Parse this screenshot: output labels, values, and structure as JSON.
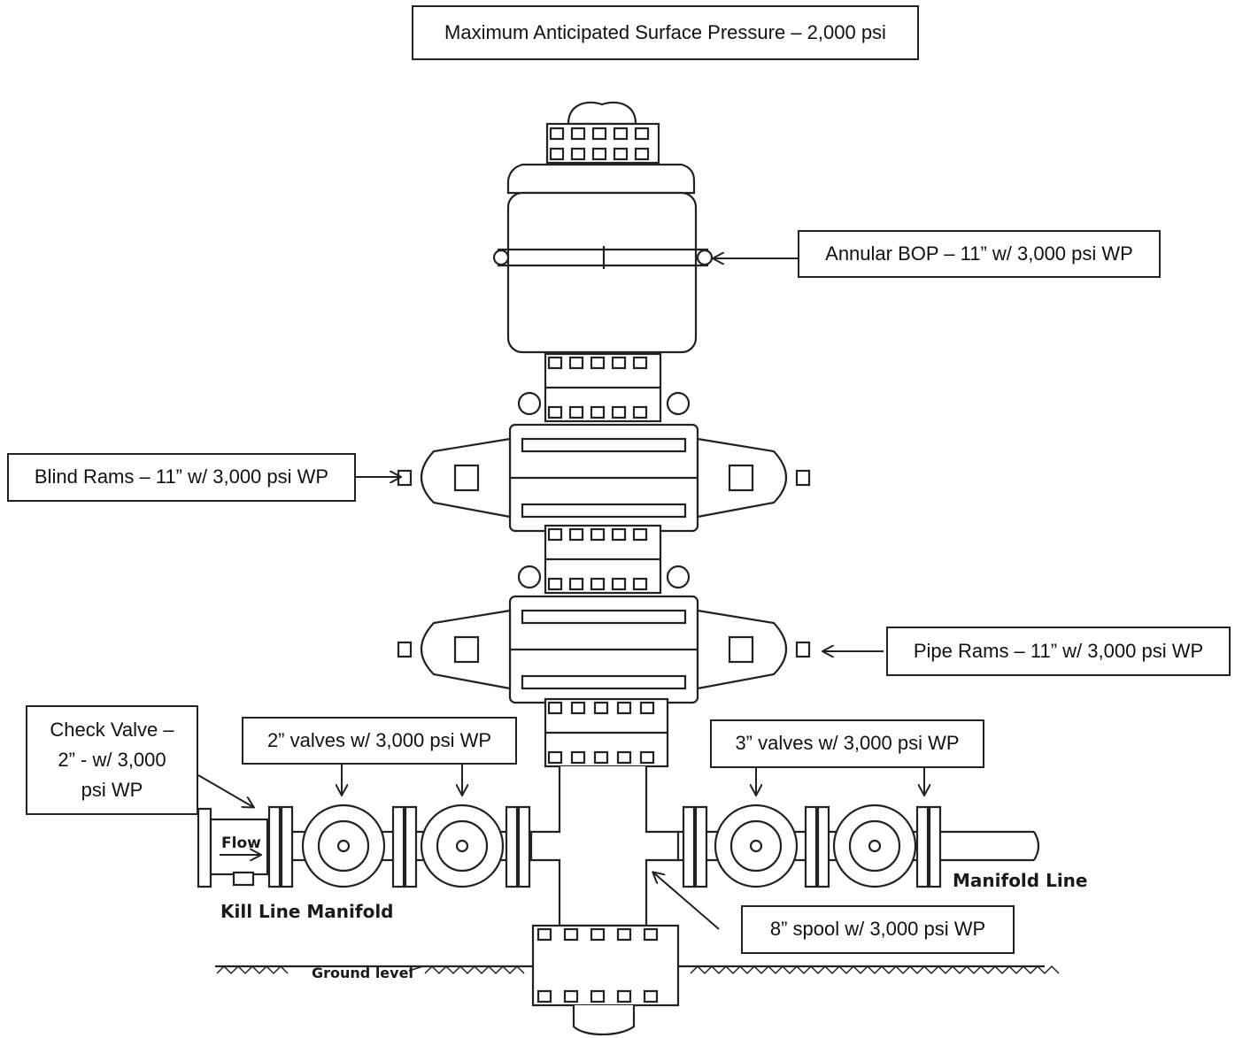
{
  "title": "Maximum Anticipated Surface Pressure – 2,000 psi",
  "labels": {
    "annular_bop": "Annular BOP – 11” w/ 3,000 psi WP",
    "blind_rams": "Blind Rams – 11” w/ 3,000 psi WP",
    "pipe_rams": "Pipe Rams – 11” w/ 3,000 psi WP",
    "check_valve": "Check Valve – 2” - w/ 3,000 psi WP",
    "check_valve_lines": [
      "Check Valve –",
      "2” - w/ 3,000",
      "psi WP"
    ],
    "valves_2in": "2” valves w/ 3,000 psi WP",
    "valves_3in": "3” valves w/ 3,000 psi WP",
    "spool_8in": "8” spool w/ 3,000 psi WP",
    "kill_line_manifold": "Kill Line Manifold",
    "manifold_line": "Manifold Line",
    "flow": "Flow",
    "ground_level": "Ground level"
  }
}
